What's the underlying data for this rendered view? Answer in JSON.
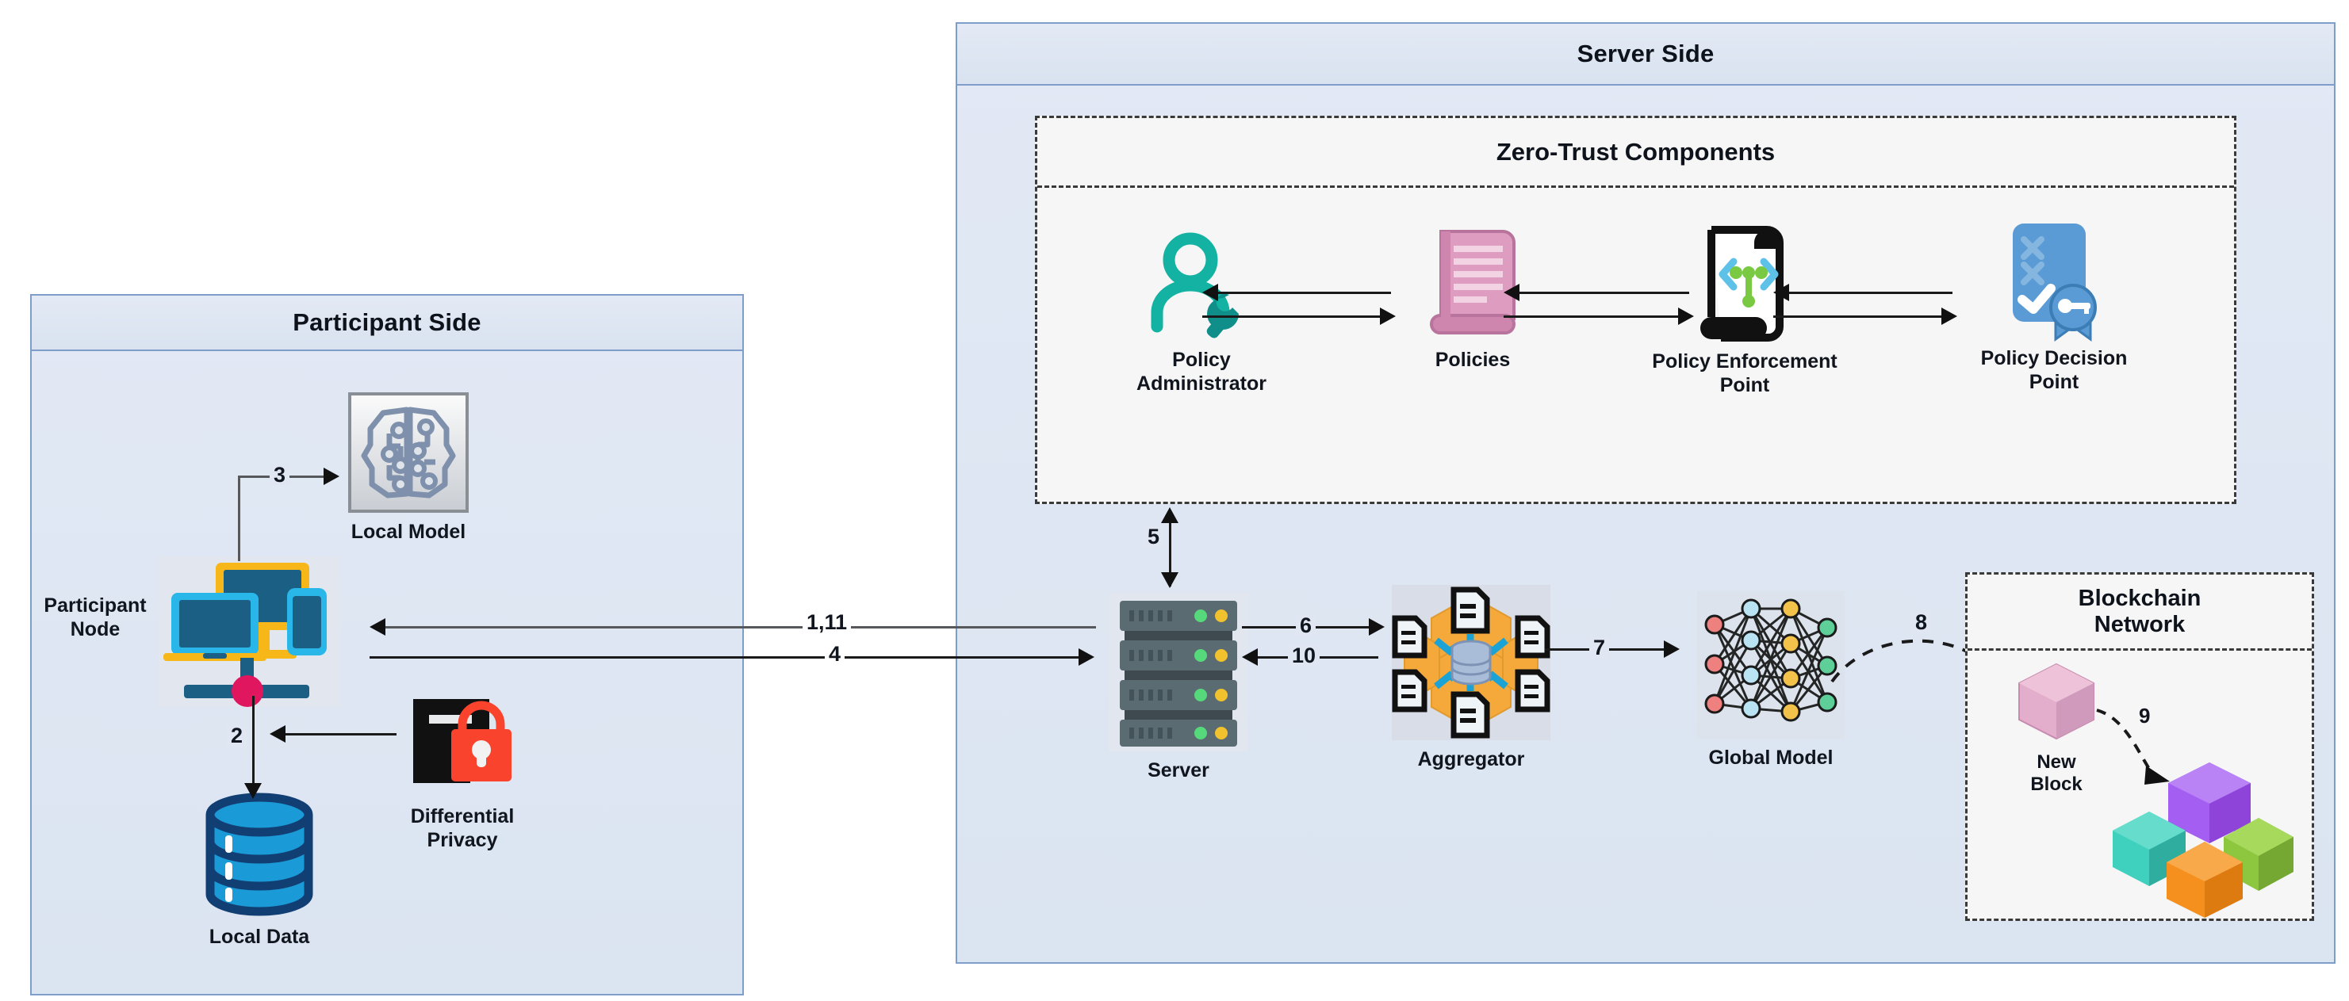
{
  "participant_panel": {
    "title": "Participant Side",
    "nodes": {
      "participant_node": {
        "label": "Participant\nNode",
        "icon": "devices-icon"
      },
      "local_model": {
        "label": "Local Model",
        "icon": "brain-circuit-icon"
      },
      "differential_privacy": {
        "label": "Differential\nPrivacy",
        "icon": "document-lock-icon"
      },
      "local_data": {
        "label": "Local Data",
        "icon": "database-icon"
      }
    },
    "edges": {
      "to_local_model": "3",
      "to_local_data": "2"
    }
  },
  "server_panel": {
    "title": "Server Side",
    "zero_trust": {
      "title": "Zero-Trust Components",
      "nodes": {
        "policy_administrator": {
          "label": "Policy\nAdministrator",
          "icon": "user-wrench-icon"
        },
        "policies": {
          "label": "Policies",
          "icon": "scroll-pink-icon"
        },
        "policy_enforcement_point": {
          "label": "Policy Enforcement\nPoint",
          "icon": "scroll-code-icon"
        },
        "policy_decision_point": {
          "label": "Policy Decision\nPoint",
          "icon": "certificate-key-icon"
        }
      }
    },
    "nodes": {
      "server": {
        "label": "Server",
        "icon": "server-rack-icon"
      },
      "aggregator": {
        "label": "Aggregator",
        "icon": "aggregator-hex-icon"
      },
      "global_model": {
        "label": "Global Model",
        "icon": "neural-network-icon"
      }
    },
    "blockchain": {
      "title": "Blockchain\nNetwork",
      "nodes": {
        "new_block": {
          "label": "New\nBlock",
          "icon": "pink-cube-icon"
        },
        "chain": {
          "label": "",
          "icon": "linked-cubes-icon"
        }
      },
      "edges": {
        "new_block_to_chain": "9"
      }
    },
    "edges": {
      "server_to_zero_trust": "5",
      "server_to_aggregator": "6",
      "aggregator_to_server": "10",
      "aggregator_to_global_model": "7",
      "global_model_to_blockchain": "8"
    }
  },
  "cross_edges": {
    "server_to_participant": "1,11",
    "participant_to_server": "4"
  },
  "colors": {
    "panel_border": "#7f9dc9",
    "panel_fill": "#e0e7f3",
    "teal": "#14a79b",
    "pink": "#d890b4",
    "red_lock": "#f44336",
    "blue_db": "#1a9ad7",
    "orange": "#f5a93a",
    "blue_cert": "#5a9bd5",
    "green_led": "#56d97a",
    "yellow_led": "#f2c12e"
  }
}
